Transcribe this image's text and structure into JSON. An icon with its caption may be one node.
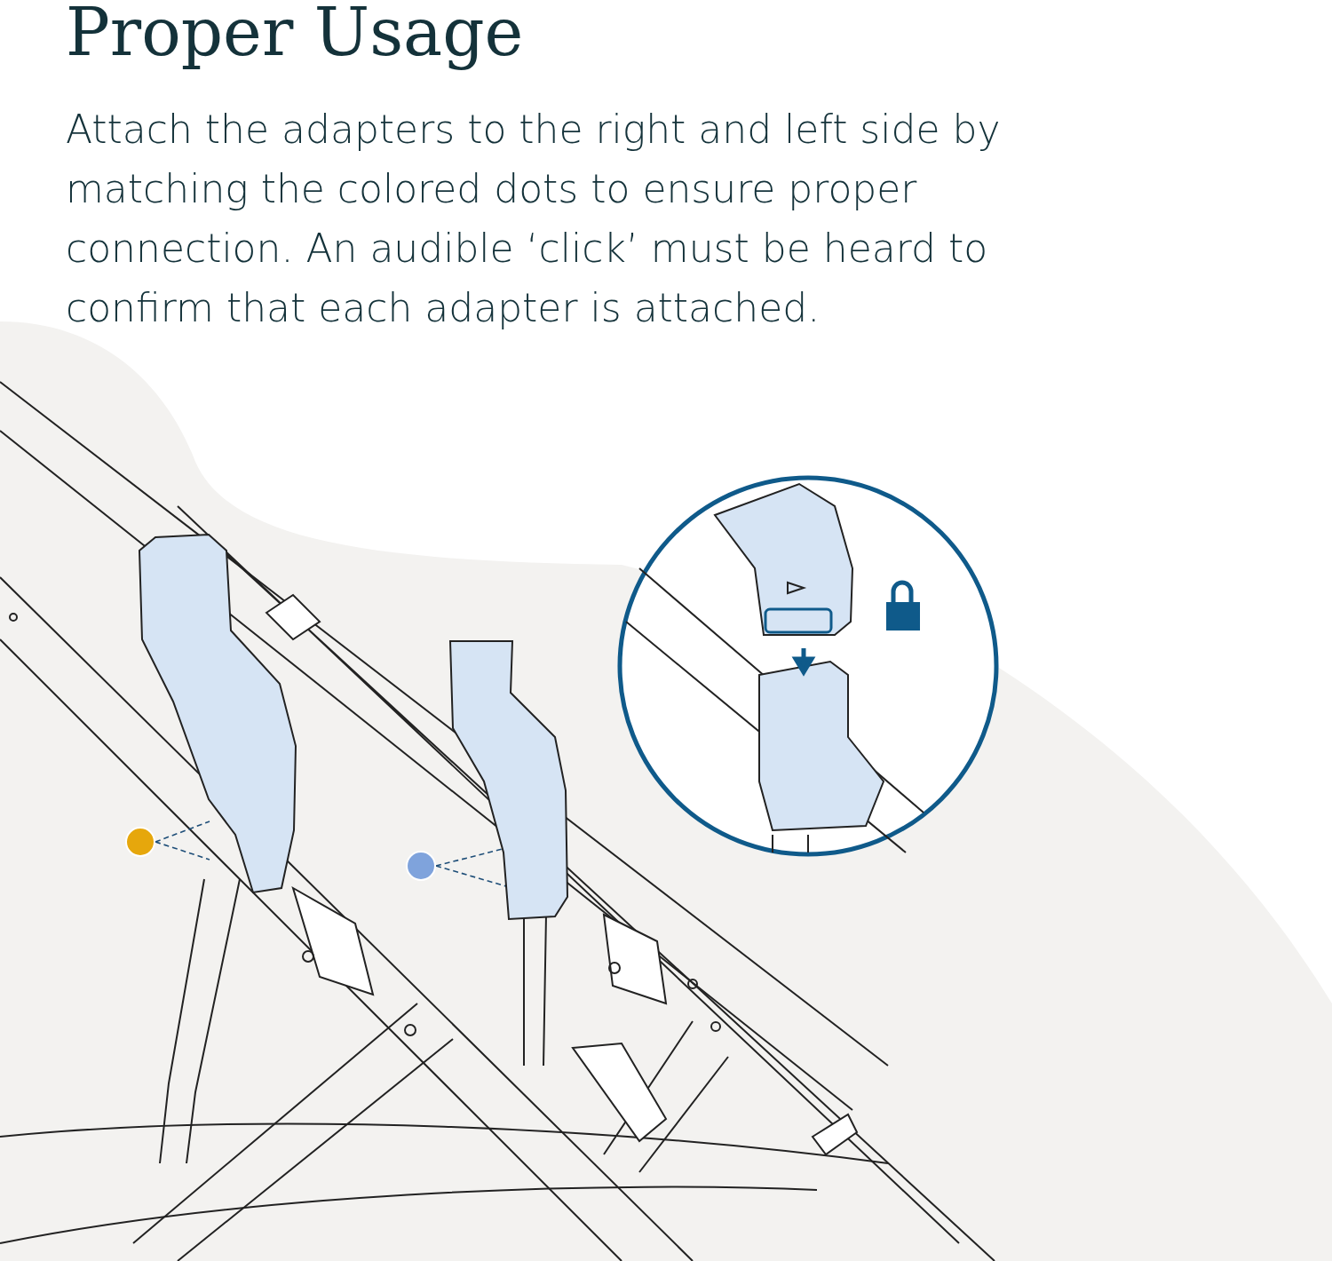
{
  "diagram": {
    "title": "Proper Usage",
    "nodes": [
      {
        "text": [],
        "shape": "circle"
      },
      {
        "text": [],
        "shape": "picture"
      },
      {
        "text": [],
        "shape": "circle"
      },
      {
        "text": [],
        "shape": "picture"
      }
    ],
    "edges": [
      {
        "from": 0,
        "to": 1,
        "arrow": "none",
        "style": "dashed"
      },
      {
        "from": 2,
        "to": 3,
        "arrow": "none",
        "style": "dashed"
      }
    ],
    "labels": [
      "Attach the adapters to the right and left side by matching the colored dots to ensure proper connection. An audible ‘click’ must be heard to confirm that each adapter is attached."
    ]
  }
}
